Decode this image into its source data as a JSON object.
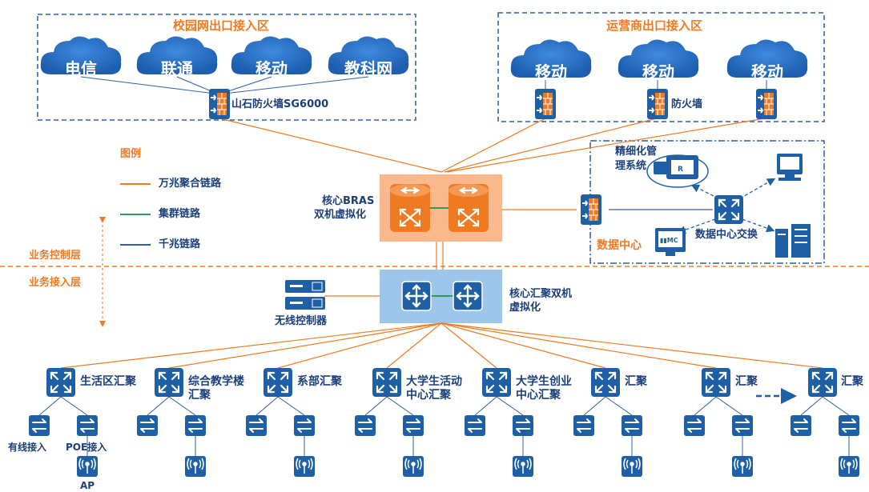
{
  "zones": {
    "campus_exit_title": "校园网出口接入区",
    "isp_exit_title": "运营商出口接入区"
  },
  "campus_clouds": [
    "电信",
    "联通",
    "移动",
    "教科网"
  ],
  "isp_clouds": [
    "移动",
    "移动",
    "移动"
  ],
  "labels": {
    "shanshi_firewall": "山石防火墙SG6000",
    "firewall": "防火墙",
    "legend_title": "图例",
    "legend_10g": "万兆聚合链路",
    "legend_cluster": "集群链路",
    "legend_1g": "千兆链路",
    "control_layer": "业务控制层",
    "access_layer": "业务接入层",
    "core_bras_line1": "核心BRAS",
    "core_bras_line2": "双机虚拟化",
    "fine_mgmt_line1": "精细化管",
    "fine_mgmt_line2": "理系统",
    "data_center": "数据中心",
    "dc_switch": "数据中心交换",
    "core_agg_line1": "核心汇聚双机",
    "core_agg_line2": "虚拟化",
    "wireless_ctrl": "无线控制器",
    "wired_access": "有线接入",
    "poe_access": "POE接入",
    "ap": "AP"
  },
  "agg_switches": [
    {
      "line1": "生活区汇聚",
      "line2": ""
    },
    {
      "line1": "综合教学楼",
      "line2": "汇聚"
    },
    {
      "line1": "系部汇聚",
      "line2": ""
    },
    {
      "line1": "大学生活动",
      "line2": "中心汇聚"
    },
    {
      "line1": "大学生创业",
      "line2": "中心汇聚"
    },
    {
      "line1": "汇聚",
      "line2": ""
    },
    {
      "line1": "汇聚",
      "line2": ""
    },
    {
      "line1": "汇聚",
      "line2": ""
    }
  ],
  "colors": {
    "link_10g": "#f07a22",
    "link_cluster": "#2e9a5a",
    "link_1g": "#2e5fa8",
    "device_blue": "#1f5fa6",
    "zone_border": "#2d5d9e",
    "bras_box": "#f9b98c",
    "agg_box": "#9ec5ea",
    "cloud_fill": "#2b73c8"
  },
  "icons": [
    "firewall-icon",
    "router-icon",
    "switch-icon",
    "access-switch-icon",
    "ap-icon",
    "server-icon",
    "pc-icon",
    "cloud-icon"
  ]
}
